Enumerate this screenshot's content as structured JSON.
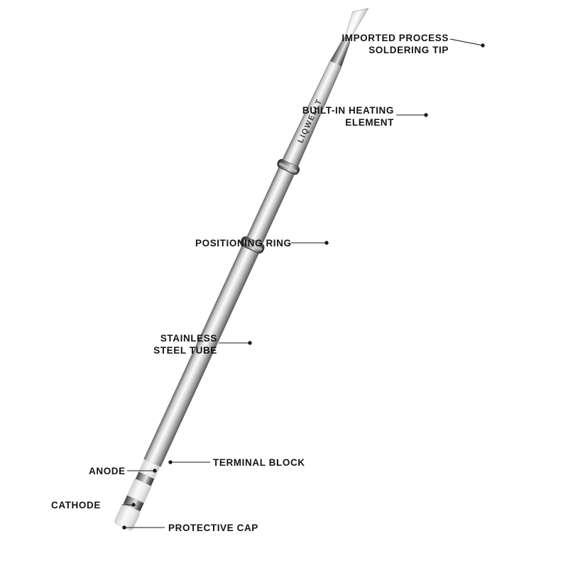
{
  "diagram": {
    "brand_engraving": "LIQWELLT",
    "labels": {
      "soldering_tip": [
        "IMPORTED PROCESS",
        "SOLDERING TIP"
      ],
      "heating_element": [
        "BUILT-IN HEATING",
        "ELEMENT"
      ],
      "positioning_ring": "POSITIONING RING",
      "steel_tube": [
        "STAINLESS",
        "STEEL TUBE"
      ],
      "terminal_block": "TERMINAL BLOCK",
      "anode": "ANODE",
      "cathode": "CATHODE",
      "protective_cap": "PROTECTIVE CAP"
    },
    "colors": {
      "text": "#141414",
      "leader": "#1a1a1a",
      "steel_light": "#f2f2f2",
      "steel_mid": "#b9b9b9",
      "steel_dark": "#6e6e6e",
      "cap": "#ececec"
    }
  }
}
